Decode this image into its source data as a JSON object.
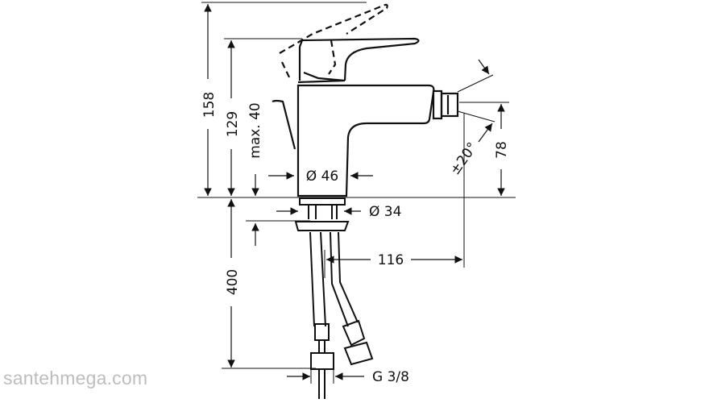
{
  "drawing": {
    "subject": "bidet mixer faucet technical drawing",
    "dimensions": {
      "total_height": "158",
      "spout_height": "129",
      "max_deck_thickness": "max. 40",
      "body_diameter": "Ø 46",
      "base_diameter": "Ø 34",
      "aerator_height": "78",
      "swivel_angle": "±20°",
      "projection": "116",
      "hose_length": "400",
      "connection_thread": "G 3/8"
    },
    "units": "mm"
  },
  "watermark": {
    "text": "santehmega.com",
    "color": "#bdbdbd"
  },
  "colors": {
    "line": "#111111",
    "background": "#ffffff"
  }
}
